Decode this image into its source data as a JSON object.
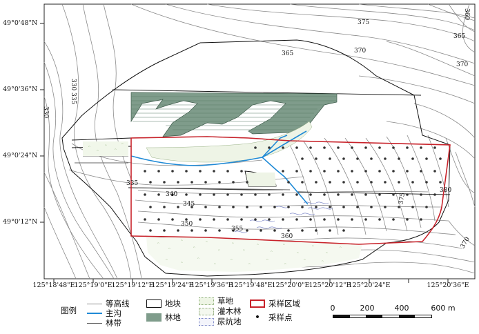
{
  "lat_ticks": [
    "49°0'48\"N",
    "49°0'36\"N",
    "49°0'24\"N",
    "49°0'12\"N"
  ],
  "lon_ticks": [
    "125°18'48\"E",
    "125°19'0\"E",
    "125°19'12\"E",
    "125°19'24\"E",
    "125°19'36\"E",
    "125°19'48\"E",
    "125°20'0\"E",
    "125°20'12\"E",
    "125°20'24\"E",
    "125°20'36\"E"
  ],
  "contour_labels": {
    "c375_top": "375",
    "c370_top": "370",
    "c365": "365",
    "c375_right": "375",
    "c360_tr": "360",
    "c370_right": "370",
    "c365_right": "365",
    "c330_left": "330",
    "c335_left": "335",
    "c330_far": "330",
    "c335": "335",
    "c340": "340",
    "c345": "345",
    "c350": "350",
    "c355": "355",
    "c360": "360",
    "c375_mid": "375",
    "c380": "380",
    "c370_br": "370"
  },
  "legend": {
    "title": "图例",
    "contour": "等高线",
    "main_gully": "主沟",
    "forest_belt": "林带",
    "plot": "地块",
    "forest_land": "林地",
    "grassland": "草地",
    "shrub": "灌木林",
    "manure_pit": "尿炕地",
    "sampling_area": "采样区域",
    "sampling_point": "采样点"
  },
  "scale": {
    "ticks": [
      "0",
      "200",
      "400",
      "600 m"
    ]
  },
  "colors": {
    "forest": "#7f9c8b",
    "gully": "#1f8ad6",
    "sampling_boundary": "#c8222a",
    "contour": "#8a8a8a"
  }
}
